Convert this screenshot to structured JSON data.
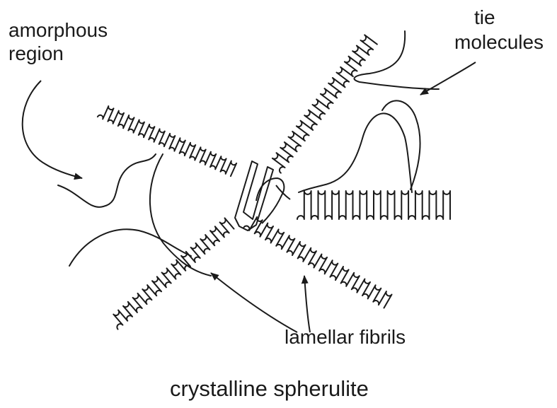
{
  "labels": {
    "amorphous_line1": "amorphous",
    "amorphous_line2": "region",
    "tie_line1": "tie",
    "tie_line2": "molecules",
    "lamellar": "lamellar fibrils"
  },
  "caption": "crystalline spherulite"
}
